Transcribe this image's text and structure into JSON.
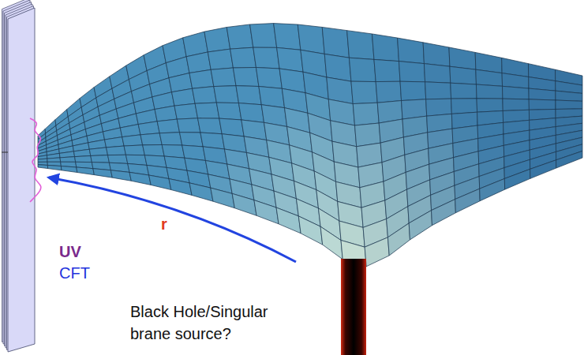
{
  "diagram": {
    "labels": [
      "UV",
      "CFT",
      "r",
      "Black Hole/Singular brane source?"
    ]
  }
}
